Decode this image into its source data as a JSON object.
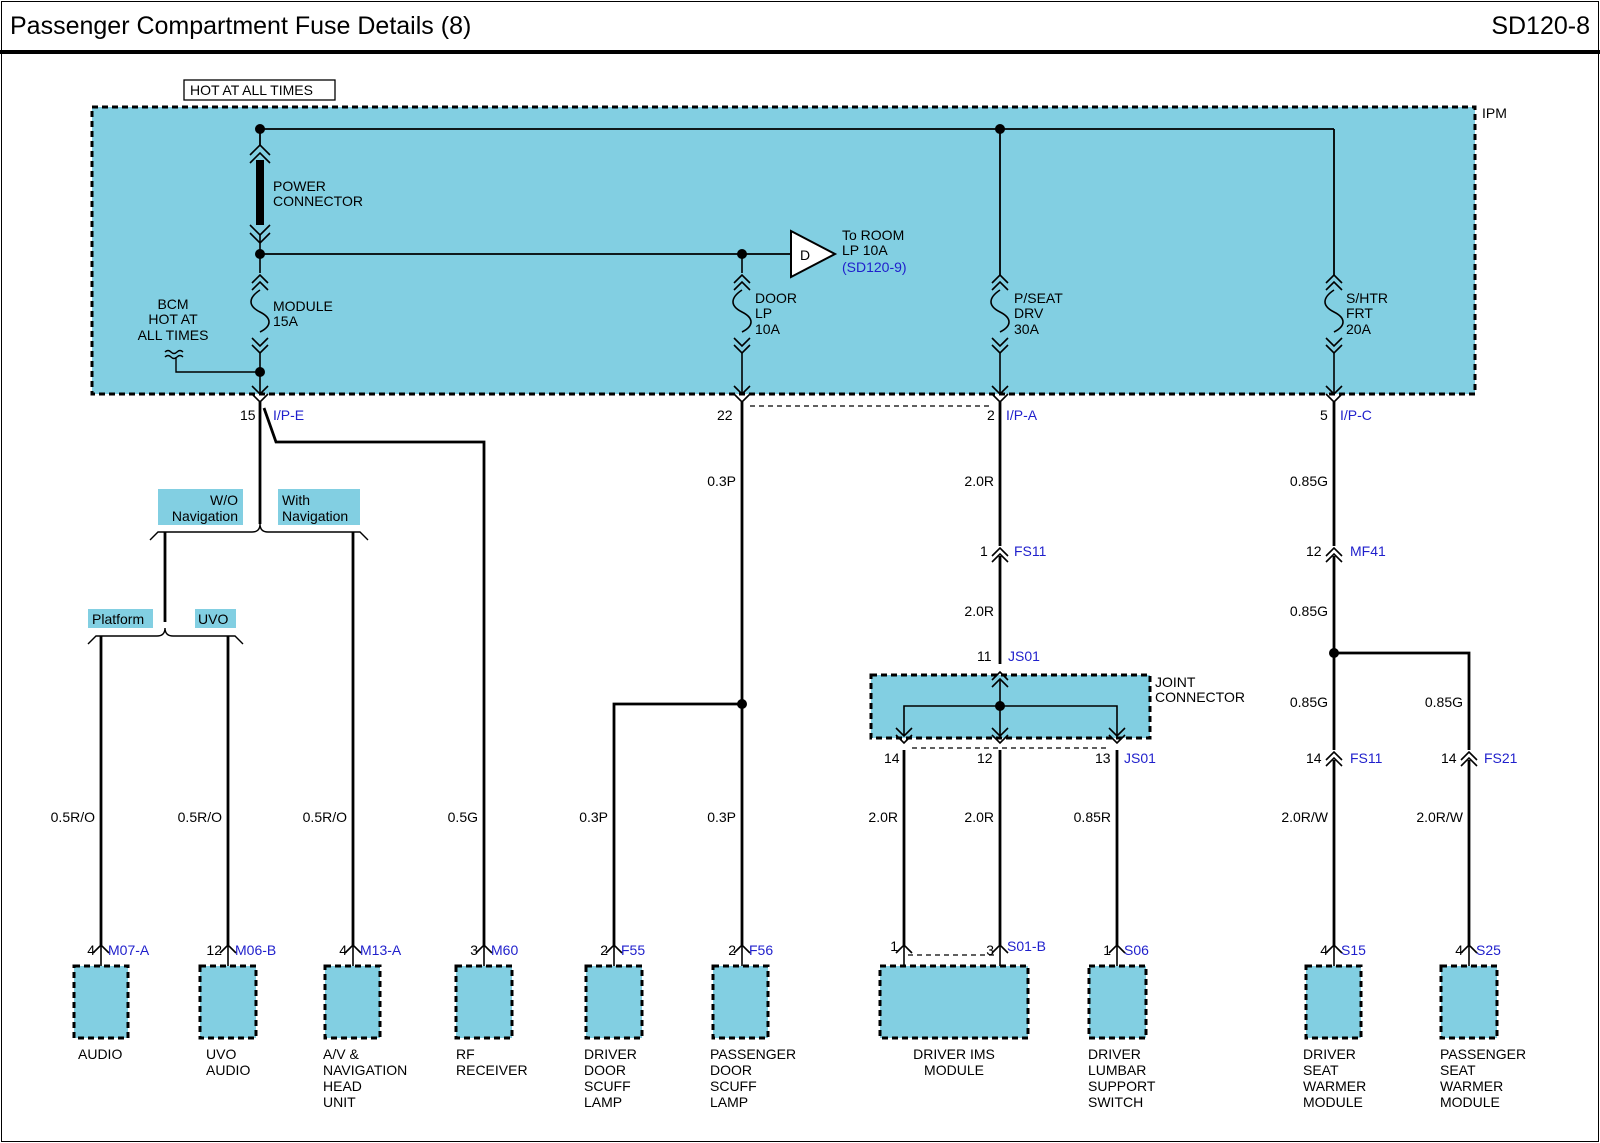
{
  "header": {
    "title": "Passenger Compartment Fuse Details (8)",
    "code": "SD120-8"
  },
  "colors": {
    "fill": "#82CFE2",
    "link": "#1F1FCC",
    "wire": "#000000"
  },
  "ipm": {
    "label": "IPM",
    "hot_at_all_times": "HOT AT ALL TIMES",
    "power_connector": [
      "POWER",
      "CONNECTOR"
    ],
    "bcm": [
      "BCM",
      "HOT AT",
      "ALL TIMES"
    ],
    "fuses": {
      "module": [
        "MODULE",
        "15A"
      ],
      "door_lp": [
        "DOOR",
        "LP",
        "10A"
      ],
      "pseat": [
        "P/SEAT",
        "DRV",
        "30A"
      ],
      "shtr": [
        "S/HTR",
        "FRT",
        "20A"
      ]
    },
    "to_room": {
      "symbol": "D",
      "lines": [
        "To ROOM",
        "LP 10A"
      ],
      "ref": "(SD120-9)"
    }
  },
  "connectors": {
    "ipe": {
      "pin": "15",
      "name": "I/P-E"
    },
    "door": {
      "pin": "22"
    },
    "ipa": {
      "pin": "2",
      "name": "I/P-A"
    },
    "ipc": {
      "pin": "5",
      "name": "I/P-C"
    },
    "fs11_a": {
      "pin": "1",
      "name": "FS11"
    },
    "mf41": {
      "pin": "12",
      "name": "MF41"
    },
    "js01_in": {
      "pin": "11",
      "name": "JS01"
    },
    "js01_out": {
      "pins": [
        "14",
        "12",
        "13"
      ],
      "name": "JS01"
    },
    "fs11_b": {
      "pin": "14",
      "name": "FS11"
    },
    "fs21": {
      "pin": "14",
      "name": "FS21"
    }
  },
  "joint_connector": [
    "JOINT",
    "CONNECTOR"
  ],
  "options": {
    "wo_nav": [
      "W/O",
      "Navigation"
    ],
    "with_nav": [
      "With",
      "Navigation"
    ],
    "platform": "Platform",
    "uvo": "UVO"
  },
  "wires": {
    "door_main_a": "0.3P",
    "ipa_a": "2.0R",
    "ipa_b": "2.0R",
    "ipc_a": "0.85G",
    "ipc_b": "0.85G",
    "ipc_c": "0.85G",
    "ipc_d": "0.85G",
    "audio": "0.5R/O",
    "uvo": "0.5R/O",
    "av": "0.5R/O",
    "rf": "0.5G",
    "drv_scuff": "0.3P",
    "pass_scuff": "0.3P",
    "ims_a": "2.0R",
    "ims_b": "2.0R",
    "lumbar": "0.85R",
    "drv_warmer": "2.0R/W",
    "pass_warmer": "2.0R/W"
  },
  "components": [
    {
      "id": "audio",
      "pin": "4",
      "conn": "M07-A",
      "name": [
        "AUDIO"
      ]
    },
    {
      "id": "uvo",
      "pin": "12",
      "conn": "M06-B",
      "name": [
        "UVO",
        "AUDIO"
      ]
    },
    {
      "id": "av",
      "pin": "4",
      "conn": "M13-A",
      "name": [
        "A/V &",
        "NAVIGATION",
        "HEAD",
        "UNIT"
      ]
    },
    {
      "id": "rf",
      "pin": "3",
      "conn": "M60",
      "name": [
        "RF",
        "RECEIVER"
      ]
    },
    {
      "id": "drv_scuff",
      "pin": "2",
      "conn": "F55",
      "name": [
        "DRIVER",
        "DOOR",
        "SCUFF",
        "LAMP"
      ]
    },
    {
      "id": "pass_scuff",
      "pin": "2",
      "conn": "F56",
      "name": [
        "PASSENGER",
        "DOOR",
        "SCUFF",
        "LAMP"
      ]
    },
    {
      "id": "ims",
      "pin": "3",
      "pin2": "1",
      "conn": "S01-B",
      "name": [
        "DRIVER IMS",
        "MODULE"
      ]
    },
    {
      "id": "lumbar",
      "pin": "1",
      "conn": "S06",
      "name": [
        "DRIVER",
        "LUMBAR",
        "SUPPORT",
        "SWITCH"
      ]
    },
    {
      "id": "drv_warmer",
      "pin": "4",
      "conn": "S15",
      "name": [
        "DRIVER",
        "SEAT",
        "WARMER",
        "MODULE"
      ]
    },
    {
      "id": "pass_warmer",
      "pin": "4",
      "conn": "S25",
      "name": [
        "PASSENGER",
        "SEAT",
        "WARMER",
        "MODULE"
      ]
    }
  ]
}
